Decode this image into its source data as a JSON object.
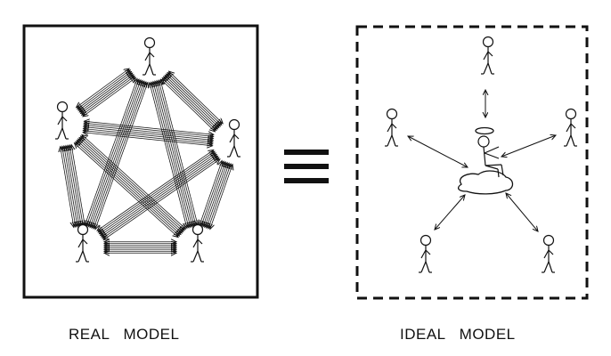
{
  "captions": {
    "real": "REAL   MODEL",
    "ideal": "IDEAL   MODEL"
  },
  "colors": {
    "ink": "#111111",
    "background": "#ffffff"
  },
  "icons": {
    "equals": "equivalence-sign",
    "people": "stick-figure",
    "halo": "halo-ring",
    "cloud": "cloud-seat"
  }
}
